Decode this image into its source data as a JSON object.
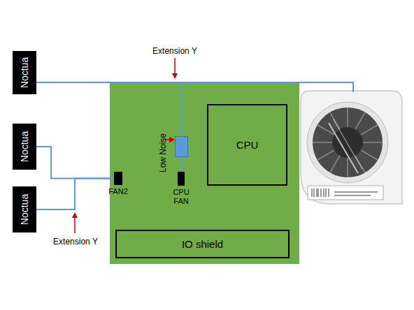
{
  "diagram": {
    "nodes": [
      {
        "text": [
          "Noctua"
        ]
      },
      {
        "text": [
          "Noctua"
        ]
      },
      {
        "text": [
          "Noctua"
        ]
      },
      {
        "text": [
          "Low Noise"
        ]
      },
      {
        "text": [
          "CPU"
        ]
      },
      {
        "text": [
          "FAN2"
        ]
      },
      {
        "text": [
          "CPU FAN"
        ]
      },
      {
        "text": [
          "IO shield"
        ]
      }
    ],
    "edges": [
      {
        "from": 0,
        "to": 3,
        "arrow": "none"
      },
      {
        "from": 3,
        "to": 6,
        "arrow": "none"
      },
      {
        "from": 1,
        "to": 5,
        "arrow": "none"
      },
      {
        "from": 2,
        "to": 5,
        "arrow": "none"
      }
    ],
    "labels": [
      "Extension Y",
      "Extension Y"
    ]
  }
}
